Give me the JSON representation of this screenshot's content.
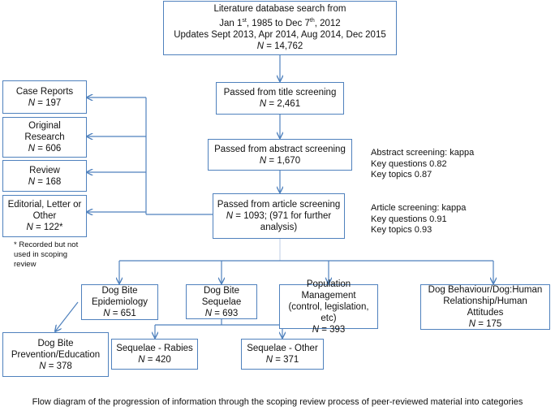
{
  "search": {
    "line1": "Literature database search from",
    "line2_a": "Jan 1",
    "line2_sup_a": "st",
    "line2_b": ", 1985 to Dec 7",
    "line2_sup_b": "th",
    "line2_c": ", 2012",
    "line3": "Updates Sept 2013, Apr 2014, Aug 2014, Dec 2015",
    "n": "14,762"
  },
  "title_screen": {
    "label": "Passed from title screening",
    "n": "2,461"
  },
  "abstract_screen": {
    "label": "Passed from abstract screening",
    "n": "1,670"
  },
  "article_screen": {
    "label": "Passed from article screening",
    "n": "1093; (971 for further analysis)"
  },
  "abstract_kappa": {
    "line1": "Abstract screening: kappa",
    "line2": "Key questions 0.82",
    "line3": "Key topics 0.87"
  },
  "article_kappa": {
    "line1": "Article screening: kappa",
    "line2": "Key questions 0.91",
    "line3": "Key topics 0.93"
  },
  "excluded": [
    {
      "label": "Case Reports",
      "n": "197"
    },
    {
      "label": "Original Research",
      "n": "606"
    },
    {
      "label": "Review",
      "n": "168"
    },
    {
      "label": "Editorial, Letter or Other",
      "n": "122*"
    }
  ],
  "footnote": "* Recorded but not used in scoping review",
  "categories": {
    "epidemiology": {
      "label": "Dog Bite Epidemiology",
      "n": "651"
    },
    "sequelae": {
      "label": "Dog Bite Sequelae",
      "n": "693"
    },
    "population": {
      "label": "Population Management (control, legislation, etc)",
      "n": "393"
    },
    "behaviour": {
      "label": "Dog Behaviour/Dog:Human Relationship/Human Attitudes",
      "n": "175"
    },
    "prevention": {
      "label": "Dog Bite Prevention/Education",
      "n": "378"
    },
    "rabies": {
      "label": "Sequelae - Rabies",
      "n": "420"
    },
    "other": {
      "label": "Sequelae - Other",
      "n": "371"
    }
  },
  "n_prefix": "N",
  "n_eq": " = ",
  "caption": "Flow diagram of the progression of information through the scoping review process of peer-reviewed material into categories"
}
